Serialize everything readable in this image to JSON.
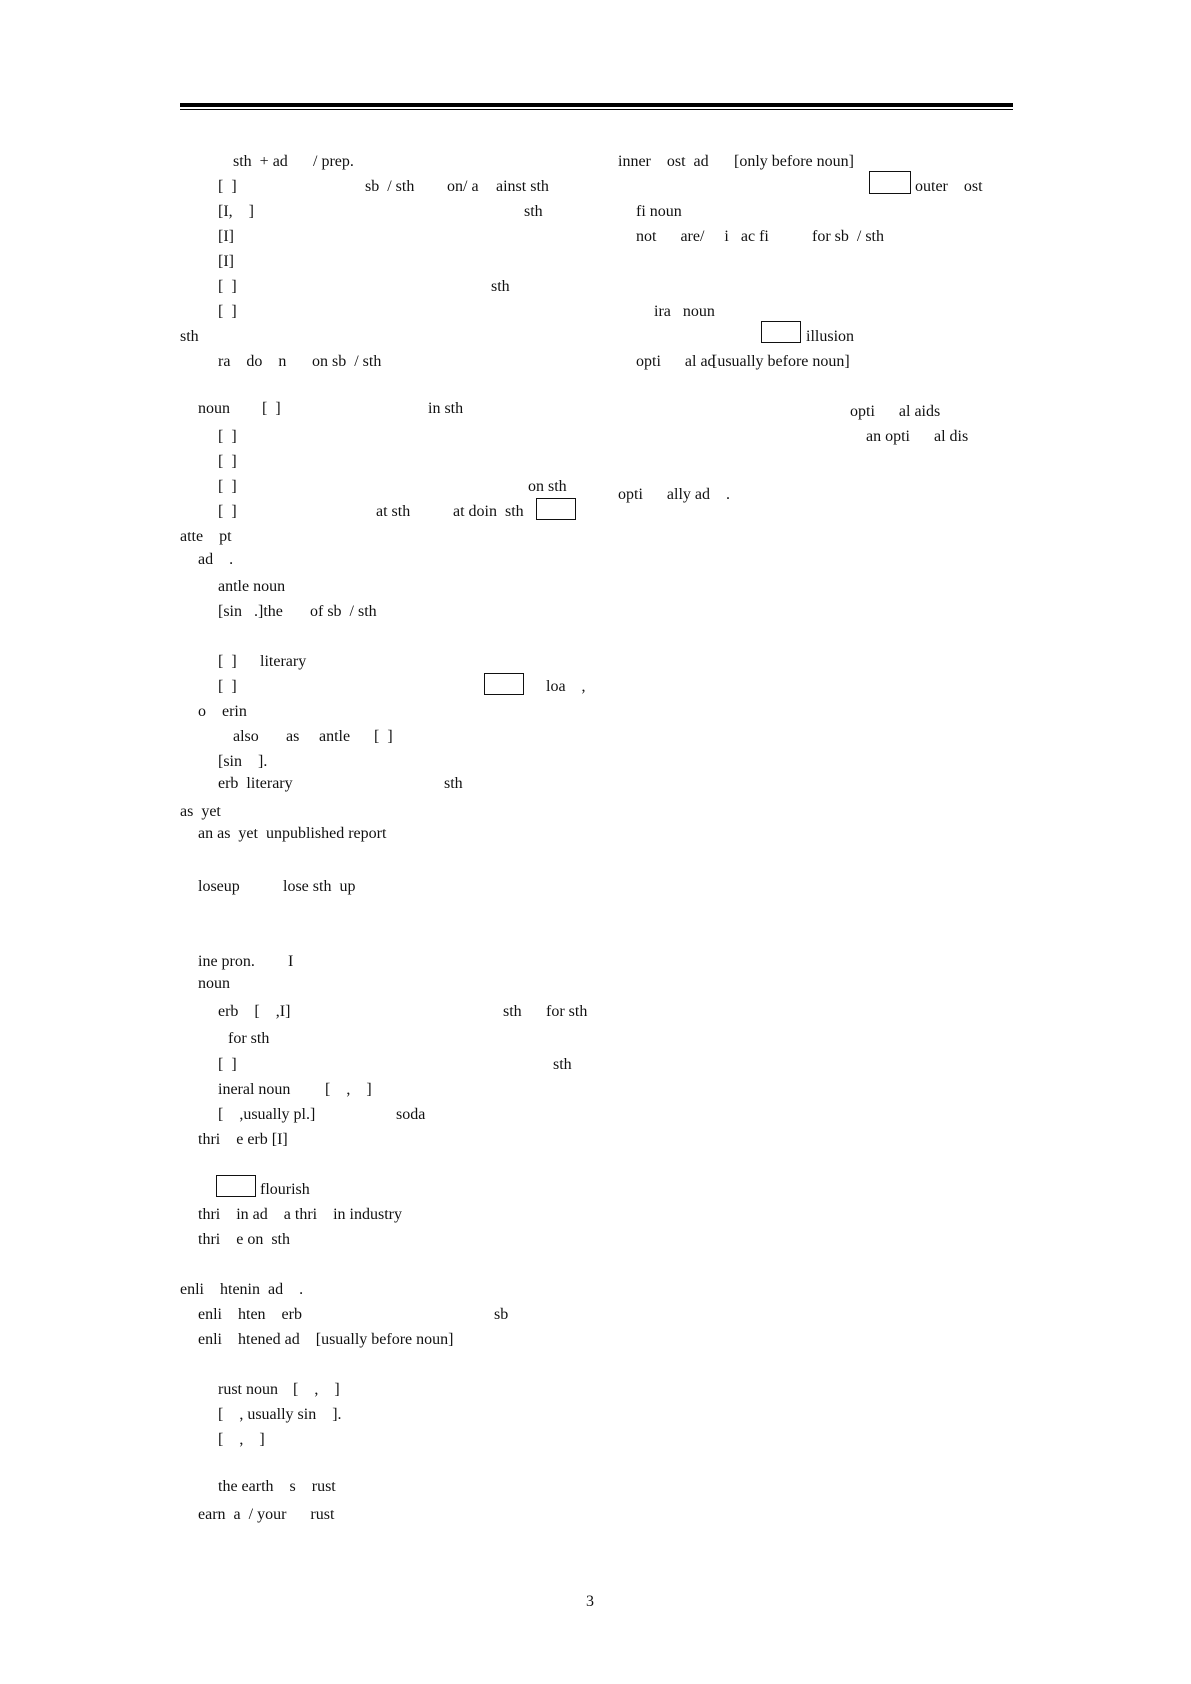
{
  "page_number": "3",
  "left_column": [
    "sth  + ad",
    "/ prep.",
    "[  ]",
    "sb  / sth",
    "on/ a",
    "ainst sth",
    "[I,    ]",
    "sth",
    "[I]",
    "[I]",
    "[  ]",
    "sth",
    "[  ]",
    "sth",
    "ra    do    n",
    "on sb  / sth",
    "noun",
    "[  ]",
    "in sth",
    "[  ]",
    "[  ]",
    "[  ]",
    "on sth",
    "[  ]",
    "at sth",
    "at doin  sth",
    "atte    pt",
    "ad    .",
    "antle noun",
    "[sin   .]the",
    "of sb  / sth",
    "[  ]",
    "literary",
    "[  ]",
    "loa    ,",
    "o    erin",
    "also",
    "as",
    "antle",
    "[  ]",
    "[sin    ].",
    "erb  literary",
    "sth",
    "as  yet",
    "an as  yet  unpublished report",
    "loseup",
    "lose sth  up",
    "ine pron.",
    "I",
    "noun",
    "erb    [    ,I]",
    "sth",
    "for sth",
    "for sth",
    "[  ]",
    "sth",
    "ineral noun",
    "[    ,    ]",
    "[    ,usually pl.]",
    "soda",
    "thri    e erb [I]",
    "flourish",
    "thri    in ad    a thri    in industry",
    "thri    e on  sth",
    "enli    htenin  ad    .",
    "enli    hten    erb",
    "sb",
    "enli    htened ad    [usually before noun]",
    "rust noun",
    "[    ,    ]",
    "[    , usually sin    ].",
    "[    ,    ]",
    "the earth    s    rust",
    "earn  a  / your      rust"
  ],
  "right_column": [
    "inner    ost  ad",
    "[only before noun]",
    "outer    ost",
    "fi noun",
    "not      are/     i   ac fi",
    "for sb  / sth",
    "ira   noun",
    "illusion",
    "opti      al ad",
    "[usually before noun]",
    "opti      al aids",
    "an opti      al dis",
    "opti      ally ad    ."
  ]
}
